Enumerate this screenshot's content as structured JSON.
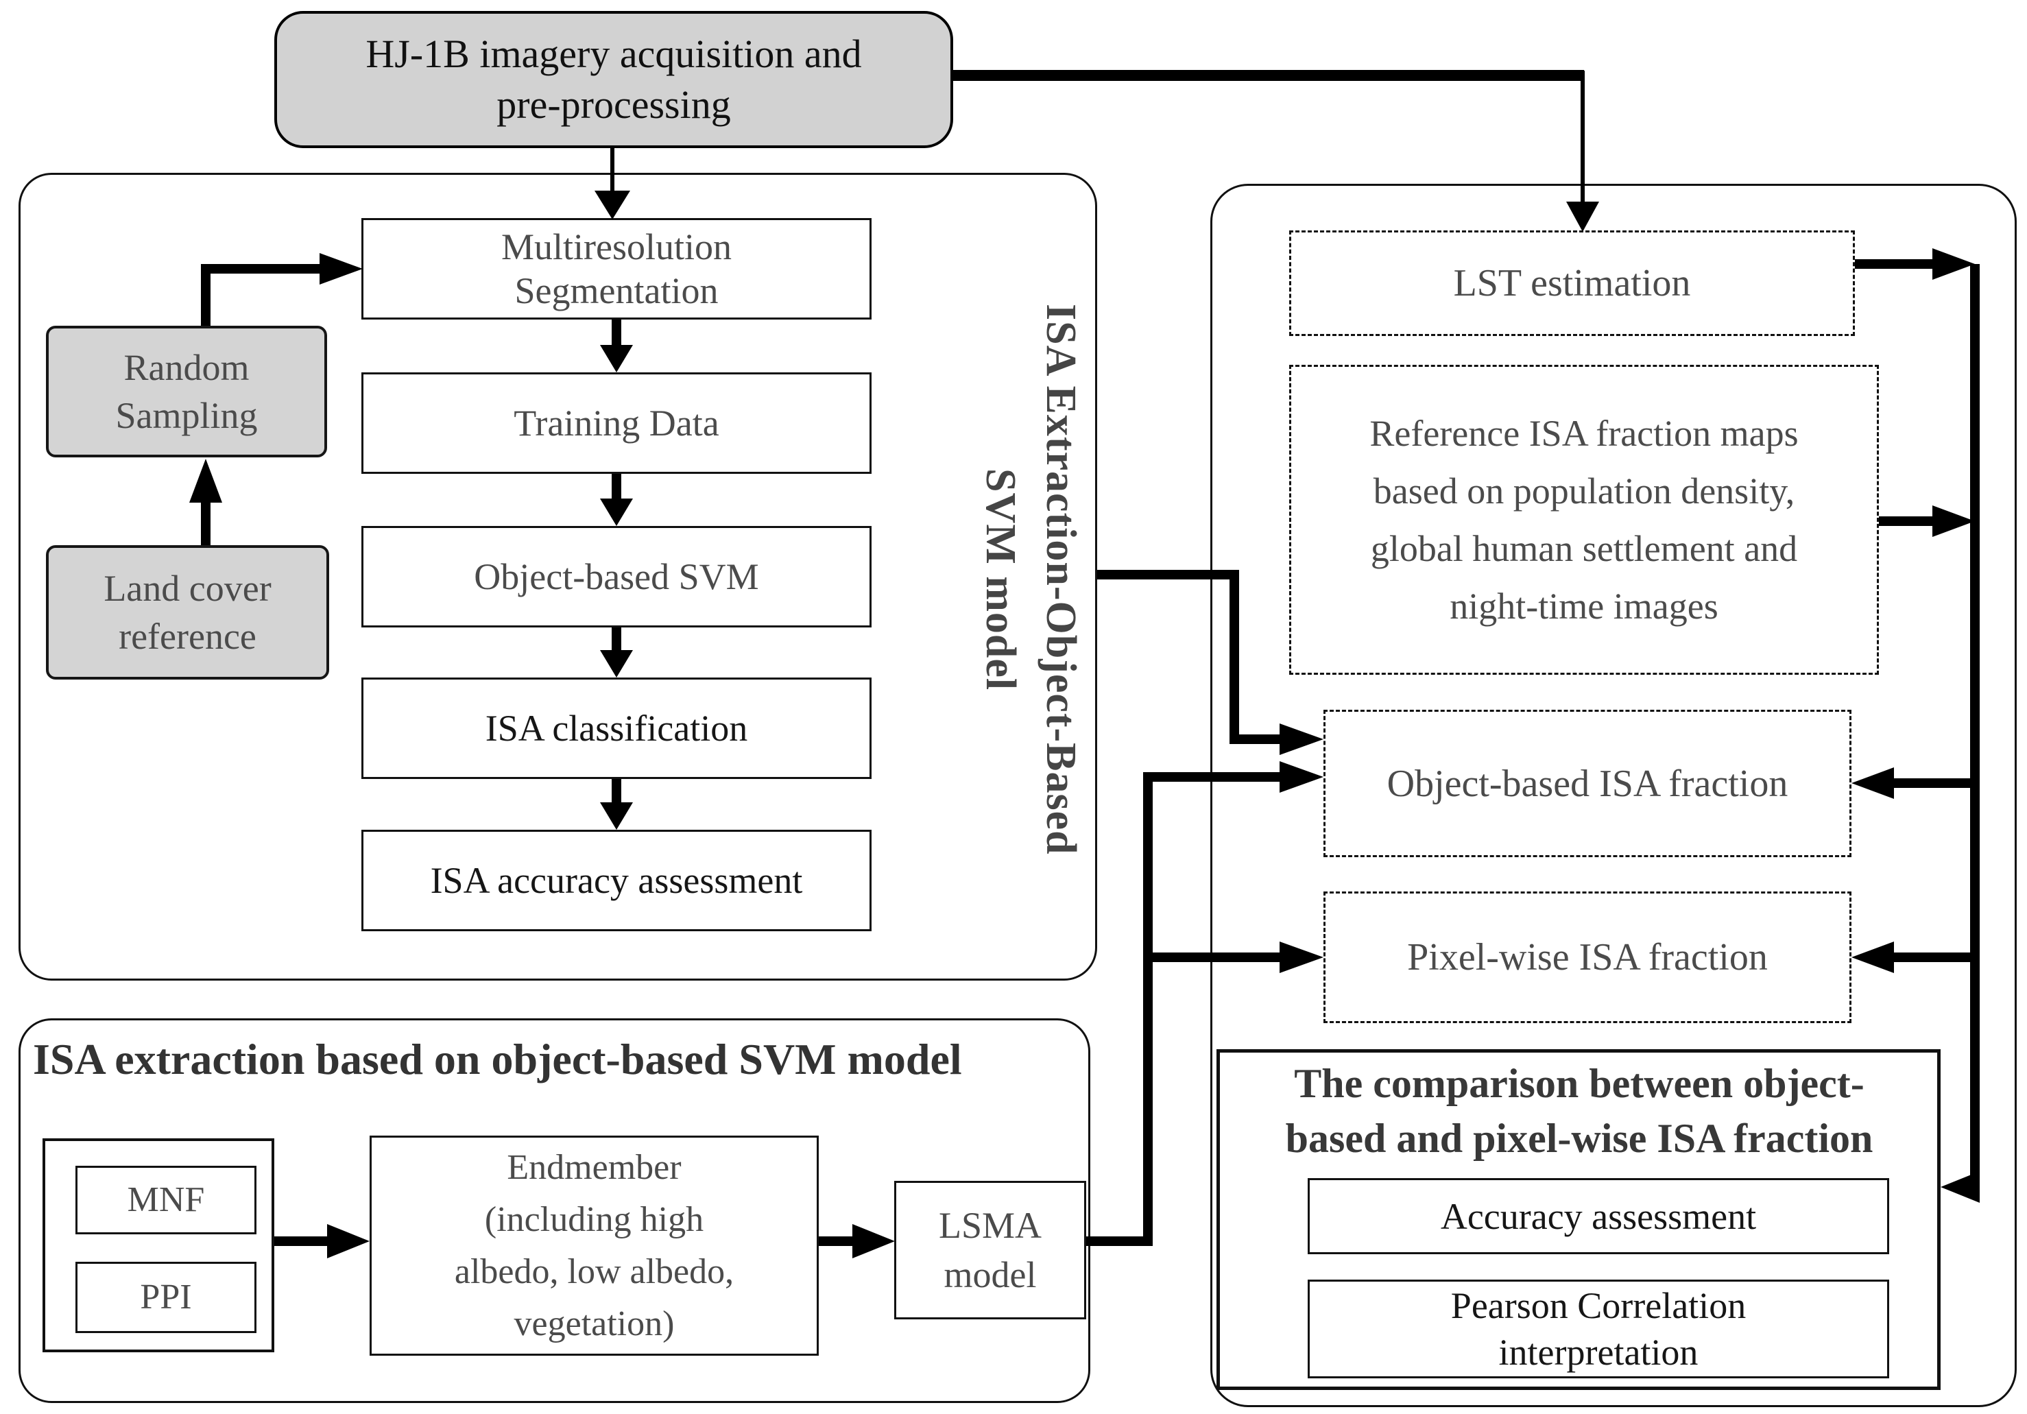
{
  "top_box": {
    "label": "HJ-1B imagery acquisition and\npre-processing"
  },
  "left_panel": {
    "rotated_title": "ISA Extraction-Object-Based\nSVM model",
    "flow_boxes": [
      {
        "label": "Multiresolution\nSegmentation"
      },
      {
        "label": "Training Data"
      },
      {
        "label": "Object-based SVM"
      },
      {
        "label": "ISA classification"
      },
      {
        "label": "ISA accuracy assessment"
      }
    ],
    "side_boxes": [
      {
        "label": "Random\nSampling"
      },
      {
        "label": "Land cover\nreference"
      }
    ]
  },
  "bottom_left_panel": {
    "title": "ISA extraction based on object-based SVM model",
    "mnf_label": "MNF",
    "ppi_label": "PPI",
    "endmember_label": "Endmember\n(including high\nalbedo, low albedo,\nvegetation)",
    "lsma_label": "LSMA\nmodel"
  },
  "right_panel": {
    "lst_label": "LST estimation",
    "reference_label": "Reference ISA fraction maps\nbased on population density,\nglobal human settlement and\nnight-time images",
    "object_fraction_label": "Object-based ISA fraction",
    "pixel_fraction_label": "Pixel-wise ISA fraction",
    "comparison": {
      "title": "The comparison between object-\nbased and pixel-wise ISA fraction",
      "items": [
        {
          "label": "Accuracy assessment"
        },
        {
          "label": "Pearson Correlation\ninterpretation"
        }
      ]
    }
  },
  "colors": {
    "gray_fill": "#d4d4d4",
    "line_black": "#000000",
    "text_gray": "#4b4b4b",
    "text_black": "#161616"
  }
}
